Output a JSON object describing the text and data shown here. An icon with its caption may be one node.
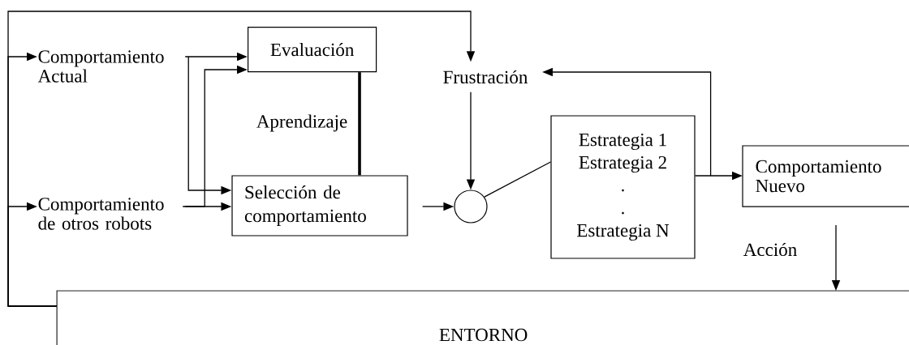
{
  "diagram": {
    "nodes": [
      {
        "text": [
          "Comportamiento Actual"
        ]
      },
      {
        "text": [
          "Evaluación"
        ]
      },
      {
        "text": [
          "Comportamiento de otros robots"
        ]
      },
      {
        "text": [
          "Selección de comportamiento"
        ]
      },
      {
        "text": [
          "Frustración"
        ]
      },
      {
        "text": [],
        "shape": "circle"
      },
      {
        "text": [
          "Estrategia 1",
          "Estrategia 2",
          ".",
          ".",
          "Estrategia N"
        ]
      },
      {
        "text": [
          "Comportamiento Nuevo"
        ]
      },
      {
        "text": [
          "ENTORNO"
        ]
      }
    ],
    "edges": [
      {
        "from": 8,
        "to": 4,
        "arrow": "to"
      },
      {
        "from": 8,
        "to": 0,
        "arrow": "to"
      },
      {
        "from": 8,
        "to": 2,
        "arrow": "to"
      },
      {
        "from": 0,
        "to": 1,
        "arrow": "to"
      },
      {
        "from": 0,
        "to": 3,
        "arrow": "to"
      },
      {
        "from": 2,
        "to": 3,
        "arrow": "to"
      },
      {
        "from": 2,
        "to": 1,
        "arrow": "to"
      },
      {
        "from": 1,
        "to": 3,
        "arrow": "none",
        "label": "Aprendizaje",
        "style": "thick"
      },
      {
        "from": 3,
        "to": 5,
        "arrow": "to"
      },
      {
        "from": 4,
        "to": 5,
        "arrow": "to"
      },
      {
        "from": 5,
        "to": 6,
        "arrow": "none"
      },
      {
        "from": 6,
        "to": 7,
        "arrow": "to"
      },
      {
        "from": 6,
        "to": 4,
        "arrow": "to"
      },
      {
        "from": null,
        "to": 8,
        "arrow": "to",
        "label": "Acción"
      }
    ]
  }
}
